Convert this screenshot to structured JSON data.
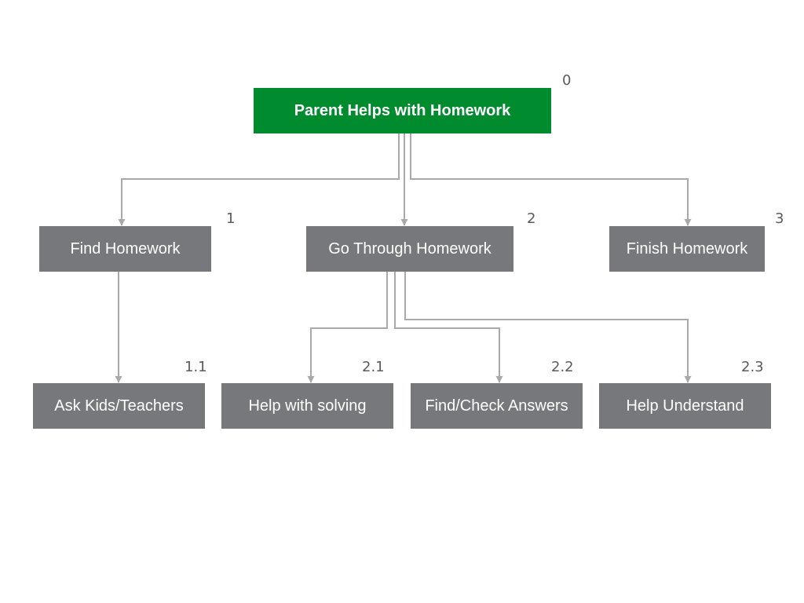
{
  "colors": {
    "root_fill": "#008b2f",
    "node_fill": "#76787b",
    "connector": "#a9a9a9",
    "number_text": "#5b5b5b"
  },
  "nodes": {
    "root": {
      "label": "Parent Helps with Homework",
      "number": "0"
    },
    "find_homework": {
      "label": "Find Homework",
      "number": "1"
    },
    "go_through_homework": {
      "label": "Go Through Homework",
      "number": "2"
    },
    "finish_homework": {
      "label": "Finish Homework",
      "number": "3"
    },
    "ask_kids_teachers": {
      "label": "Ask Kids/Teachers",
      "number": "1.1"
    },
    "help_with_solving": {
      "label": "Help with solving",
      "number": "2.1"
    },
    "find_check_answers": {
      "label": "Find/Check Answers",
      "number": "2.2"
    },
    "help_understand": {
      "label": "Help Understand",
      "number": "2.3"
    }
  },
  "edges": [
    [
      "root",
      "find_homework"
    ],
    [
      "root",
      "go_through_homework"
    ],
    [
      "root",
      "finish_homework"
    ],
    [
      "find_homework",
      "ask_kids_teachers"
    ],
    [
      "go_through_homework",
      "help_with_solving"
    ],
    [
      "go_through_homework",
      "find_check_answers"
    ],
    [
      "go_through_homework",
      "help_understand"
    ]
  ]
}
